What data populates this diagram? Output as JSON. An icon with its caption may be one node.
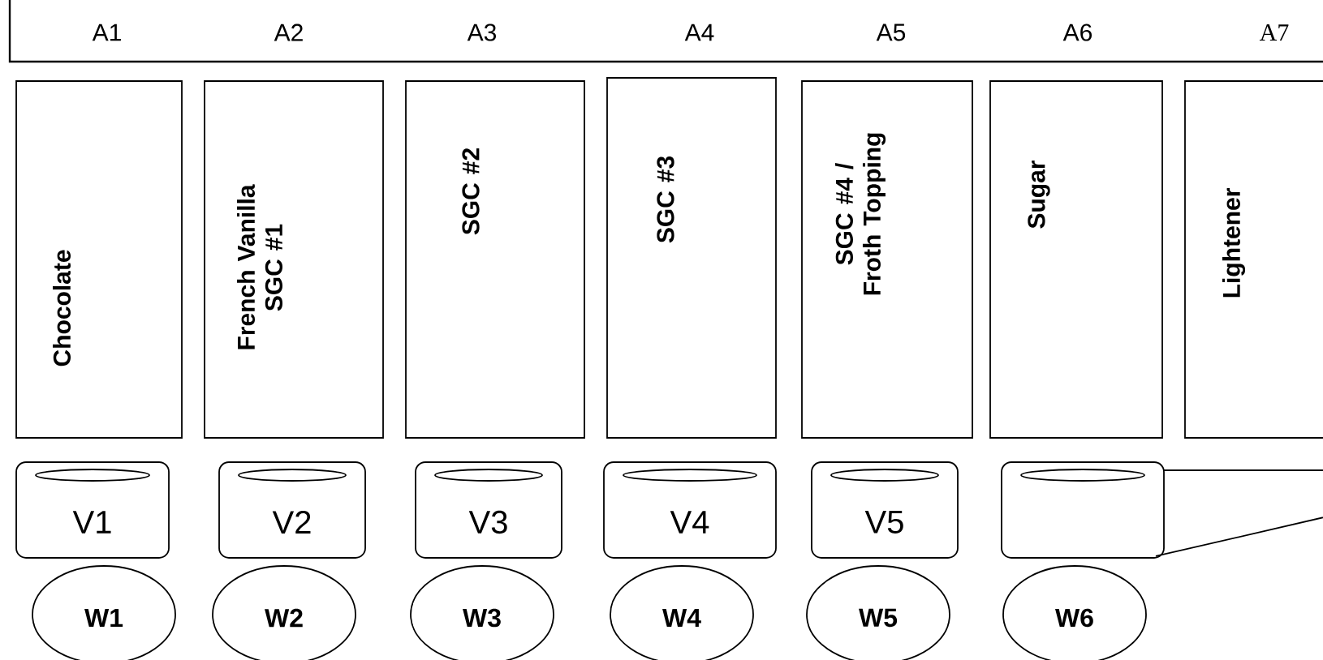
{
  "diagram": {
    "nodes": [
      {
        "text": [
          "Chocolate"
        ]
      },
      {
        "text": [
          "French Vanilla SGC #1"
        ]
      },
      {
        "text": [
          "SGC #2"
        ]
      },
      {
        "text": [
          "SGC #3"
        ]
      },
      {
        "text": [
          "SGC #4 / Froth Topping"
        ]
      },
      {
        "text": [
          "Sugar"
        ]
      },
      {
        "text": [
          "Lightener"
        ]
      },
      {
        "text": [
          "V1"
        ]
      },
      {
        "text": [
          "V2"
        ]
      },
      {
        "text": [
          "V3"
        ]
      },
      {
        "text": [
          "V4"
        ]
      },
      {
        "text": [
          "V5"
        ]
      },
      {
        "text": [],
        "shape": "box"
      },
      {
        "text": [
          "W1"
        ]
      },
      {
        "text": [
          "W2"
        ]
      },
      {
        "text": [
          "W3"
        ]
      },
      {
        "text": [
          "W4"
        ]
      },
      {
        "text": [
          "W5"
        ]
      },
      {
        "text": [
          "W6"
        ]
      }
    ],
    "labels": [
      "A1",
      "A2",
      "A3",
      "A4",
      "A5",
      "A6",
      "A7"
    ]
  }
}
